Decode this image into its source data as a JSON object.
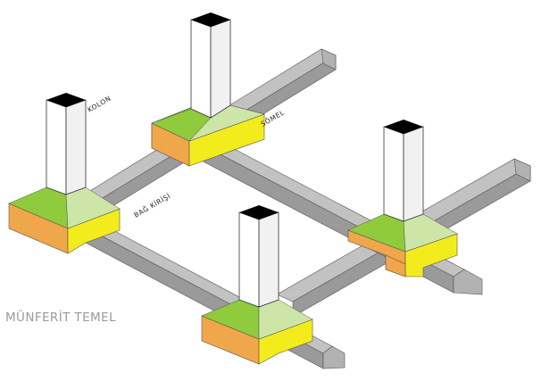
{
  "labels": {
    "column": "KOLON",
    "footing": "SÖMEL",
    "tie_beam": "BAĞ KİRİŞİ"
  },
  "title": "MÜNFERİT TEMEL",
  "colors": {
    "beam_top": "#c2c2c2",
    "beam_front": "#9a9a9a",
    "beam_side": "#b2b2b2",
    "footing_top_green": "#8fcb3c",
    "footing_slope_light": "#cde6a8",
    "footing_slope_mid": "#bfe08e",
    "footing_orange": "#f0a64b",
    "footing_yellow": "#f3ec1c",
    "column_face": "#ffffff",
    "column_top": "#000000",
    "title_gray": "#9a9a9a"
  }
}
